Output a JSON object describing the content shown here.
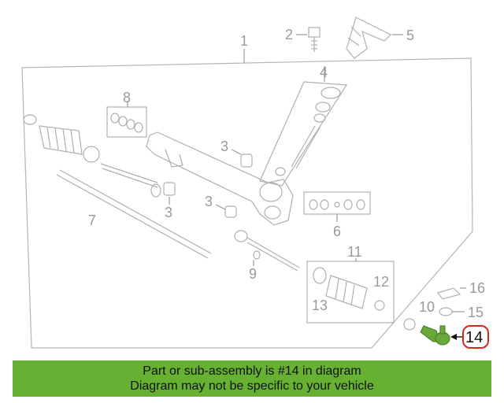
{
  "callouts": {
    "c1": "1",
    "c2": "2",
    "c3a": "3",
    "c3b": "3",
    "c3c": "3",
    "c4": "4",
    "c5": "5",
    "c6": "6",
    "c7": "7",
    "c8": "8",
    "c9": "9",
    "c10": "10",
    "c11": "11",
    "c12": "12",
    "c13": "13",
    "c14": "14",
    "c15": "15",
    "c16": "16"
  },
  "highlight": {
    "part": "14",
    "color": "#d9261c"
  },
  "banner": {
    "line1": "Part or sub-assembly is #14 in diagram",
    "line2": "Diagram may not be specific to your vehicle",
    "color": "#66b032"
  },
  "colors": {
    "linework": "#b5b5b5",
    "part_highlight": "#6aa83a"
  }
}
